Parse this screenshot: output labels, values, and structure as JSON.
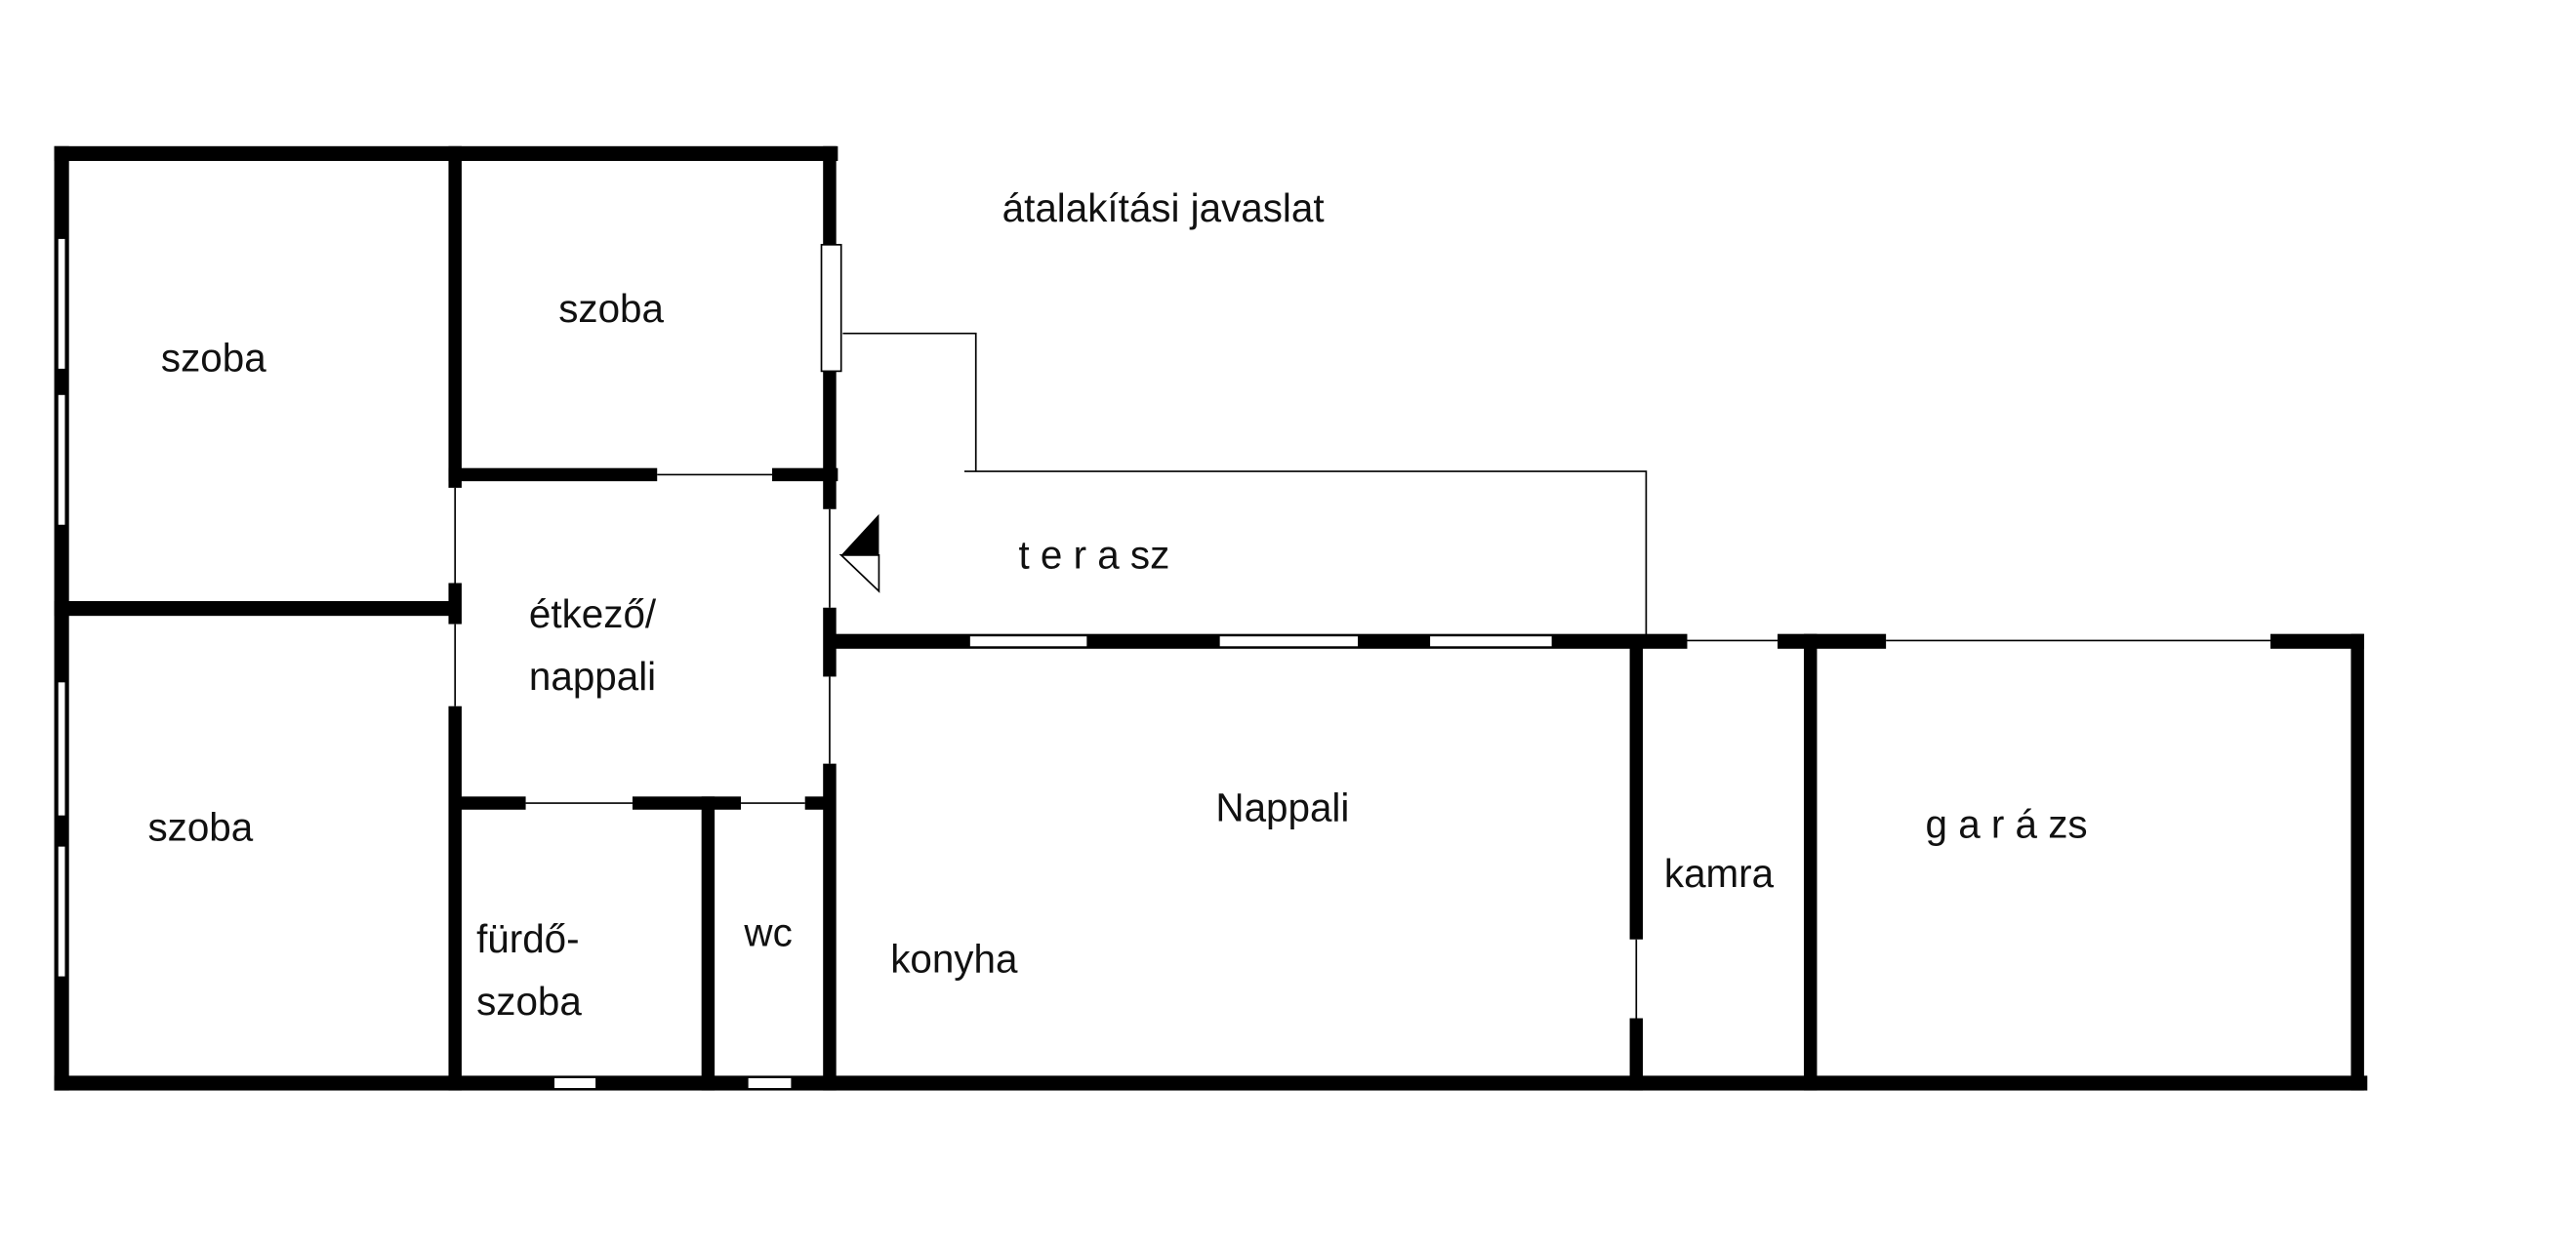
{
  "title": "átalakítási javaslat",
  "rooms": {
    "szoba_top_left": "szoba",
    "szoba_top_middle": "szoba",
    "szoba_bottom_left": "szoba",
    "etkezo_line1": "étkező/",
    "etkezo_line2": "nappali",
    "furdo_line1": "fürdő-",
    "furdo_line2": "szoba",
    "wc": "wc",
    "konyha": "konyha",
    "nappali": "Nappali",
    "kamra": "kamra",
    "garazs": "g a r á zs",
    "terasz": "t e r a sz"
  },
  "colors": {
    "wall": "#000000",
    "background": "#ffffff"
  }
}
